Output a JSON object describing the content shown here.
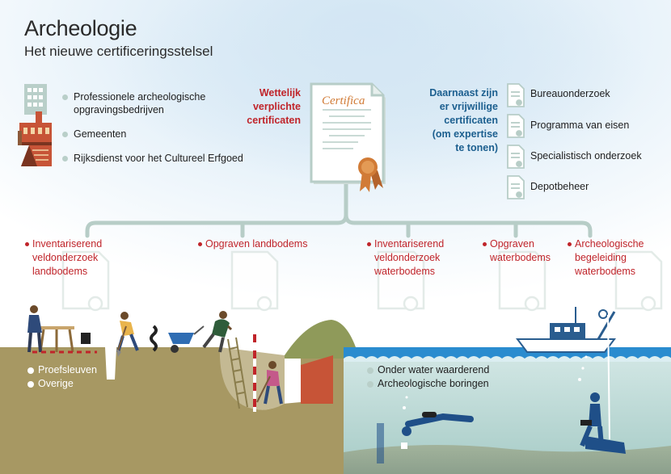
{
  "header": {
    "title": "Archeologie",
    "subtitle": "Het nieuwe certificeringsstelsel"
  },
  "organisations": [
    {
      "label_lines": [
        "Professionele archeologische",
        "opgravingsbedrijven"
      ],
      "icon": "office-building-icon"
    },
    {
      "label_lines": [
        "Gemeenten"
      ],
      "icon": "town-hall-icon"
    },
    {
      "label_lines": [
        "Rijksdienst voor het Cultureel Erfgoed"
      ],
      "icon": "agency-building-icon"
    }
  ],
  "legal": {
    "label_lines": [
      "Wettelijk",
      "verplichte",
      "certificaten"
    ]
  },
  "certificate": {
    "heading": "Certifica",
    "icon": "certificate-icon",
    "seal_icon": "rosette-seal-icon"
  },
  "voluntary": {
    "label_lines": [
      "Daarnaast zijn",
      "er vrijwillige",
      "certificaten",
      "(om expertise",
      "te tonen)"
    ],
    "items": [
      "Bureauonderzoek",
      "Programma van eisen",
      "Specialistisch onderzoek",
      "Depotbeheer"
    ]
  },
  "categories": [
    {
      "lines": [
        "Inventariserend",
        "veldonderzoek",
        "landbodems"
      ]
    },
    {
      "lines": [
        "Opgraven landbodems"
      ]
    },
    {
      "lines": [
        "Inventariserend",
        "veldonderzoek",
        "waterbodems"
      ]
    },
    {
      "lines": [
        "Opgraven",
        "waterbodems"
      ]
    },
    {
      "lines": [
        "Archeologische",
        "begeleiding",
        "waterbodems"
      ]
    }
  ],
  "land_methods": [
    "Proefsleuven",
    "Overige"
  ],
  "water_methods": [
    "Onder water waarderend",
    "Archeologische boringen"
  ],
  "colors": {
    "red": "#c0242a",
    "blue": "#1c5f8f",
    "soil": "#a79863",
    "water": "#2a8ccf",
    "underwater": "#c2dcd7",
    "tree": "#b7cdc7"
  },
  "scene_icons": [
    "surveyor-figure",
    "digger-figure",
    "wheelbarrow-figure",
    "ladder-icon",
    "excavator-figure",
    "boat-icon",
    "diver-figure",
    "bore-pipe-icon"
  ]
}
